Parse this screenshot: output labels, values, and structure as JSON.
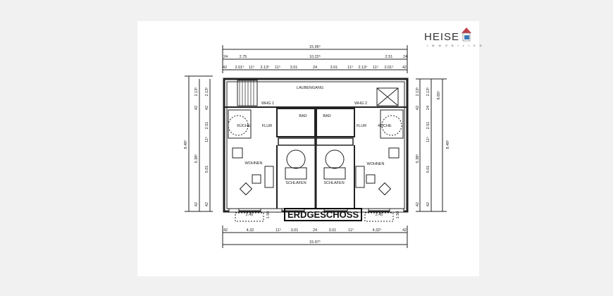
{
  "logo": {
    "name": "HEISE",
    "subtitle": "IMMOBILIEN",
    "colors": {
      "roof": "#c0404a",
      "window": "#3a78b5"
    }
  },
  "plan": {
    "title": "ERDGESCHOSS",
    "rooms": {
      "laubengang": "LAUBENGANG",
      "whg1": "WHG 1",
      "whg2": "WHG 2",
      "bad1": "BAD",
      "bad2": "BAD",
      "kueche1": "KÜCHE",
      "kueche2": "KÜCHE",
      "flur1": "FLUR",
      "flur2": "FLUR",
      "wohnen1": "WOHNEN",
      "wohnen2": "WOHNEN",
      "schlafen1": "SCHLAFEN",
      "schlafen2": "SCHLAFEN"
    },
    "dims_top": {
      "total": "15.96⁵",
      "row2": [
        "24",
        "2.75",
        "10.22⁵",
        "2.51",
        "24"
      ],
      "row3": [
        "42",
        "2.01⁵",
        "11⁵",
        "2.13⁵",
        "11⁵",
        "3.01",
        "24",
        "3.01",
        "11⁵",
        "2.13⁵",
        "11⁵",
        "2.01⁵",
        "42"
      ]
    },
    "dims_bottom": {
      "total": "15.97⁵",
      "row": [
        "42",
        "4.32",
        "11⁵",
        "3.01",
        "24",
        "3.01",
        "11⁵",
        "4.32⁵",
        "42"
      ],
      "window_left": "2.45",
      "window_right": "2.45",
      "height_left": "1.50",
      "height_right": "1.50"
    },
    "dims_left": {
      "total": "8.49⁵",
      "col1": [
        "2.13⁵",
        "42",
        "5.38⁵",
        "42"
      ],
      "col2": [
        "2.13⁵",
        "42",
        "2.51",
        "11⁵",
        "5.01",
        "42"
      ]
    },
    "dims_right": {
      "total": "8.49⁵",
      "col1": [
        "2.13⁵",
        "42",
        "5.38⁵",
        "42"
      ],
      "col2": [
        "2.13⁵",
        "24",
        "2.51",
        "11⁵",
        "5.01",
        "42"
      ],
      "col3": [
        "8.65⁵"
      ]
    }
  }
}
